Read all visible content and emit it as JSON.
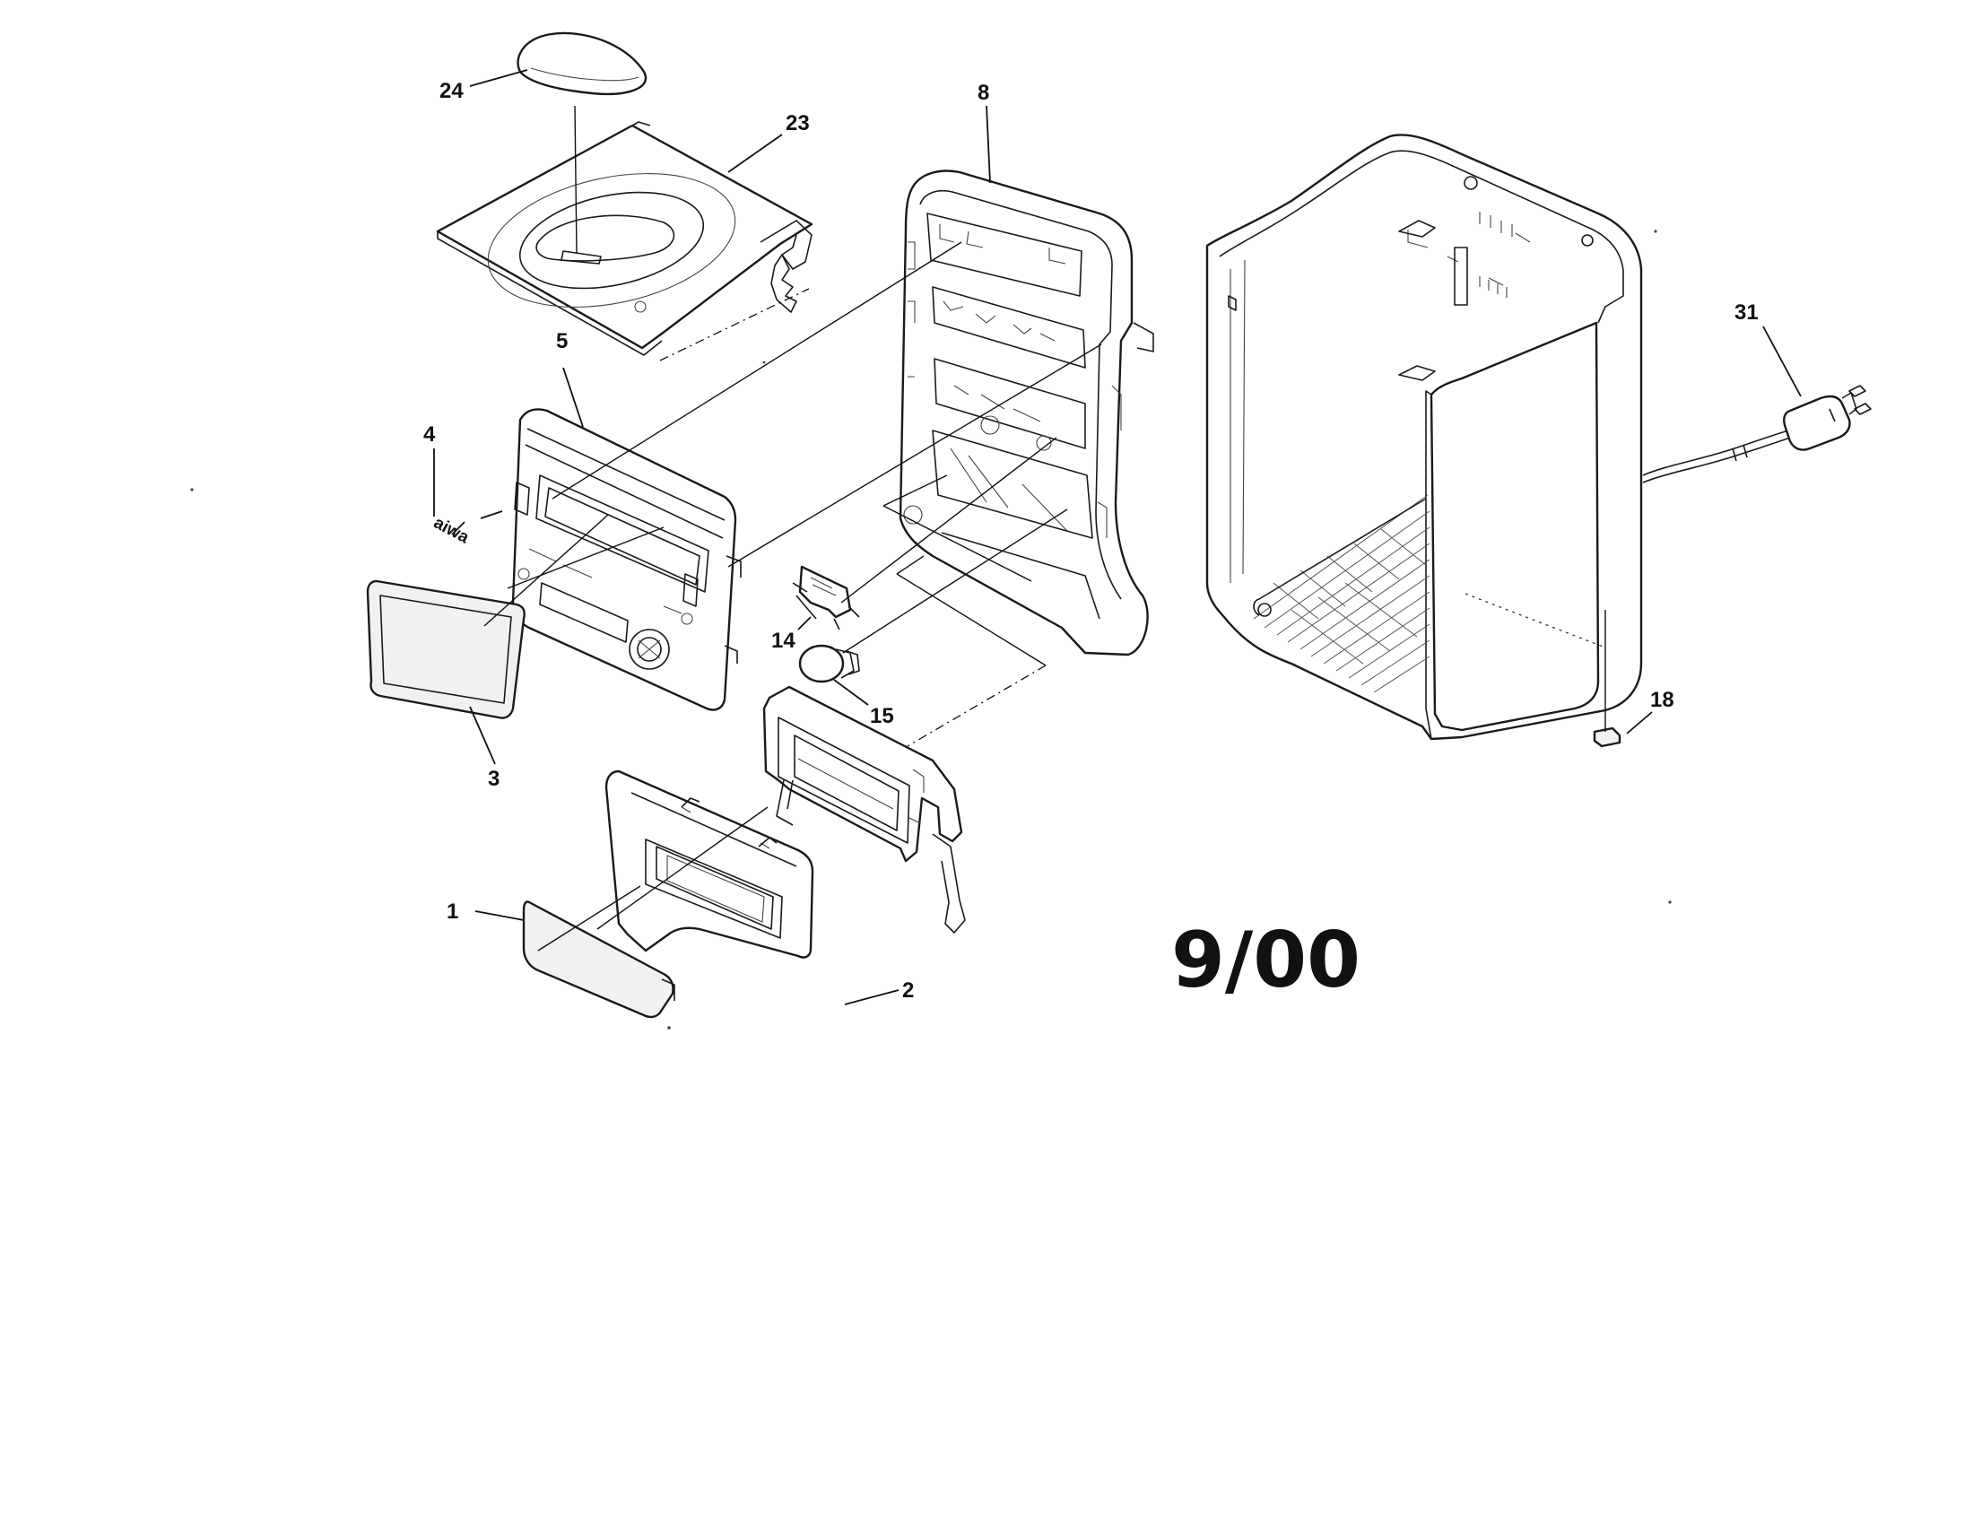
{
  "diagram": {
    "date_stamp": "9/00",
    "brand_mark": "aiwa",
    "callouts": {
      "p1": "1",
      "p2": "2",
      "p3": "3",
      "p4": "4",
      "p5": "5",
      "p8": "8",
      "p14": "14",
      "p15": "15",
      "p18": "18",
      "p23": "23",
      "p24": "24",
      "p31": "31"
    }
  }
}
